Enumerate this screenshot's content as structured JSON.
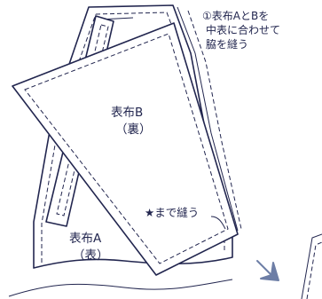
{
  "diagram": {
    "step_line1": "①表布AとBを",
    "step_line2": "中表に合わせて",
    "step_line3": "脇を縫う",
    "piece_b_name": "表布B",
    "piece_b_side": "（裏）",
    "piece_a_name": "表布A",
    "piece_a_side": "（表）",
    "stitch_note": "★まで縫う"
  },
  "colors": {
    "line": "#22264f",
    "arrow": "#6d7ea6"
  }
}
